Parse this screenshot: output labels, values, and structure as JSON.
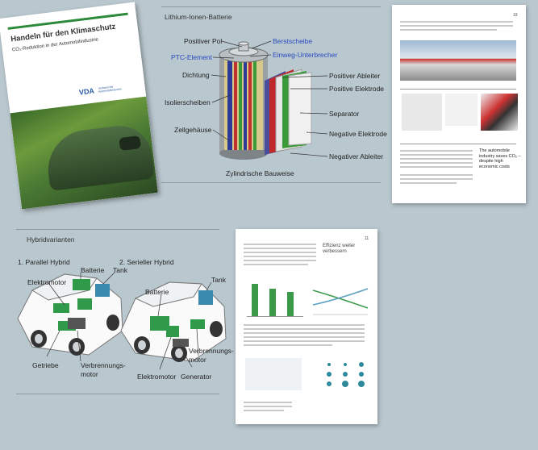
{
  "cover": {
    "title": "Handeln für den Klimaschutz",
    "subtitle": "CO₂-Reduktion in der Automobilindustrie",
    "logo_text": "VDA",
    "logo_subtext": "Verband der Automobilindustrie"
  },
  "battery": {
    "heading": "Lithium-Ionen-Batterie",
    "caption": "Zylindrische Bauweise",
    "labels": {
      "positiver_pol": "Positiver Pol",
      "berstscheibe": "Berstscheibe",
      "ptc": "PTC-Element",
      "einweg": "Einweg-Unterbrecher",
      "dichtung": "Dichtung",
      "pos_ableiter": "Positiver Ableiter",
      "pos_elektrode": "Positive Elektrode",
      "isolierscheiben": "Isolierscheiben",
      "separator": "Separator",
      "zellgehaeuse": "Zellgehäuse",
      "neg_elektrode": "Negative Elektrode",
      "neg_ableiter": "Negativer Ableiter"
    }
  },
  "page19": {
    "page_number": "19",
    "sidebar_text": "The automobile industry saves CO₂ – despite high economic costs"
  },
  "hybrid": {
    "heading": "Hybridvarianten",
    "parallel_title": "1. Parallel Hybrid",
    "serial_title": "2. Serieller Hybrid",
    "labels": {
      "batterie1": "Batterie",
      "tank1": "Tank",
      "elektromotor1": "Elektromotor",
      "getriebe": "Getriebe",
      "verbrennungsmotor1": "Verbrennungs-\nmotor",
      "batterie2": "Batterie",
      "tank2": "Tank",
      "verbrennungsmotor2": "Verbrennungs-\nmotor",
      "elektromotor2": "Elektromotor",
      "generator": "Generator"
    }
  },
  "page11": {
    "page_number": "11",
    "heading": "Effizienz weiter verbessern"
  }
}
